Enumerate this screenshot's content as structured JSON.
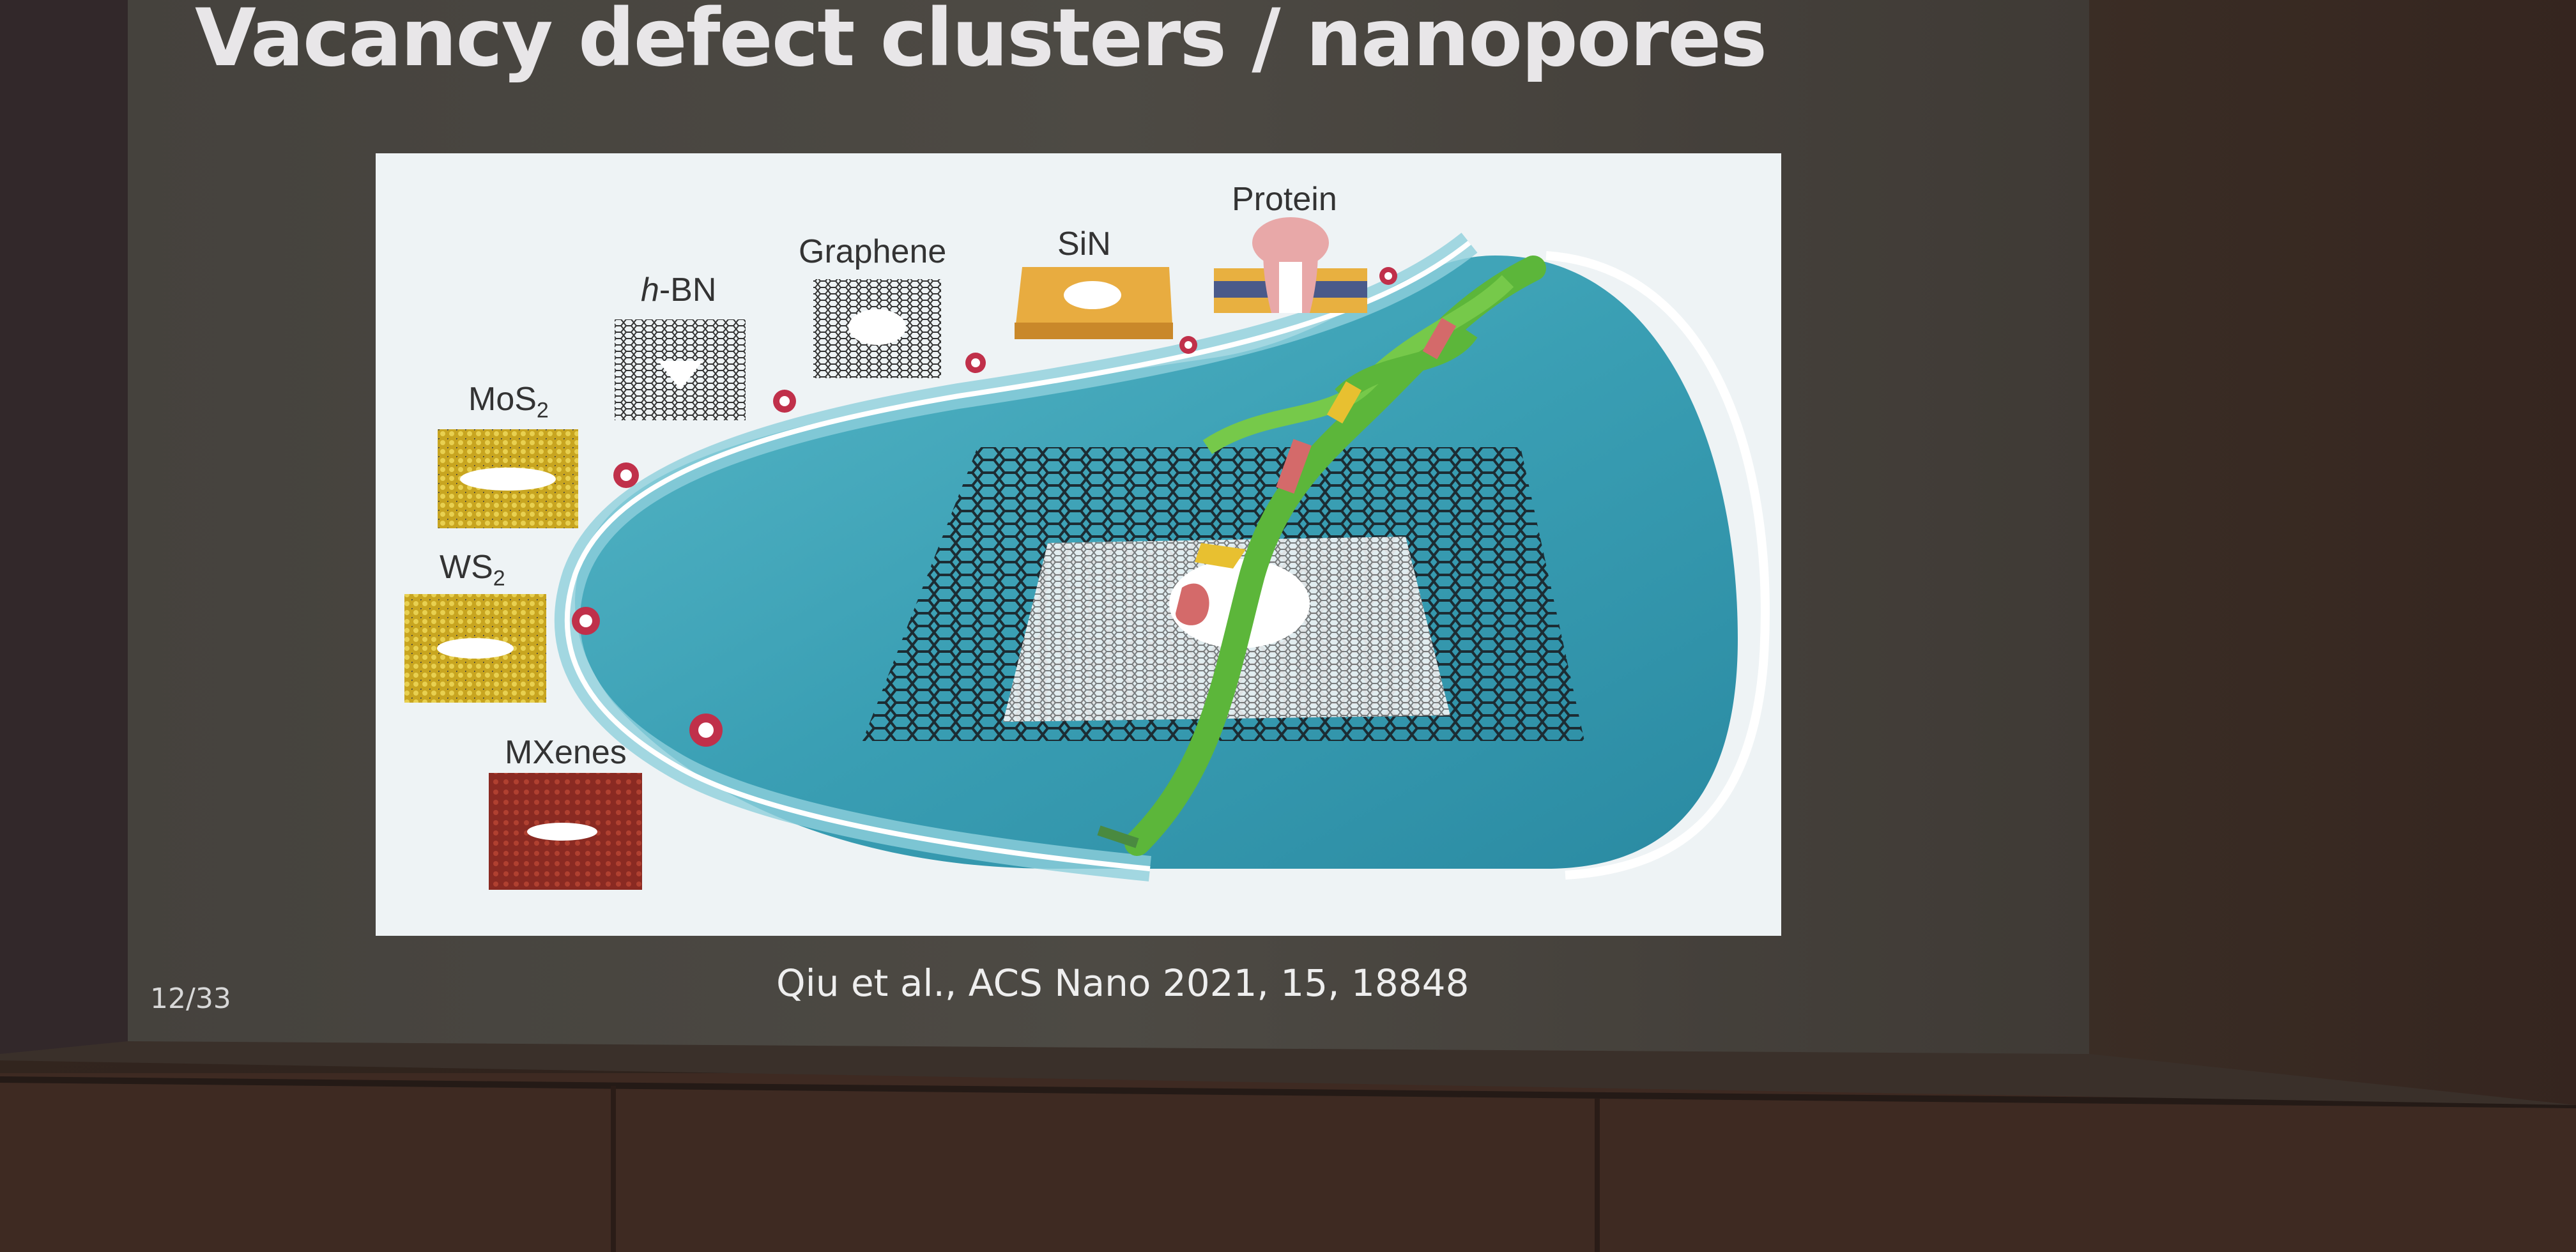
{
  "slide": {
    "title": "Vacancy defect clusters / nanopores",
    "citation": "Qiu et al., ACS Nano 2021, 15, 18848",
    "page_number": "12/33"
  },
  "figure": {
    "labels": {
      "protein": "Protein",
      "sin": "SiN",
      "graphene": "Graphene",
      "hbn_italic": "h",
      "hbn_rest": "-BN",
      "mos2_main": "MoS",
      "mos2_sub": "2",
      "ws2_main": "WS",
      "ws2_sub": "2",
      "mxenes": "MXenes"
    }
  },
  "colors": {
    "wall_dark": "#2a1f1a",
    "screen": "#4a4640",
    "figure_bg": "#f0f4f6",
    "water": "#3a9fb4",
    "dna_green": "#5cb63a",
    "pin_red": "#c0304a"
  }
}
